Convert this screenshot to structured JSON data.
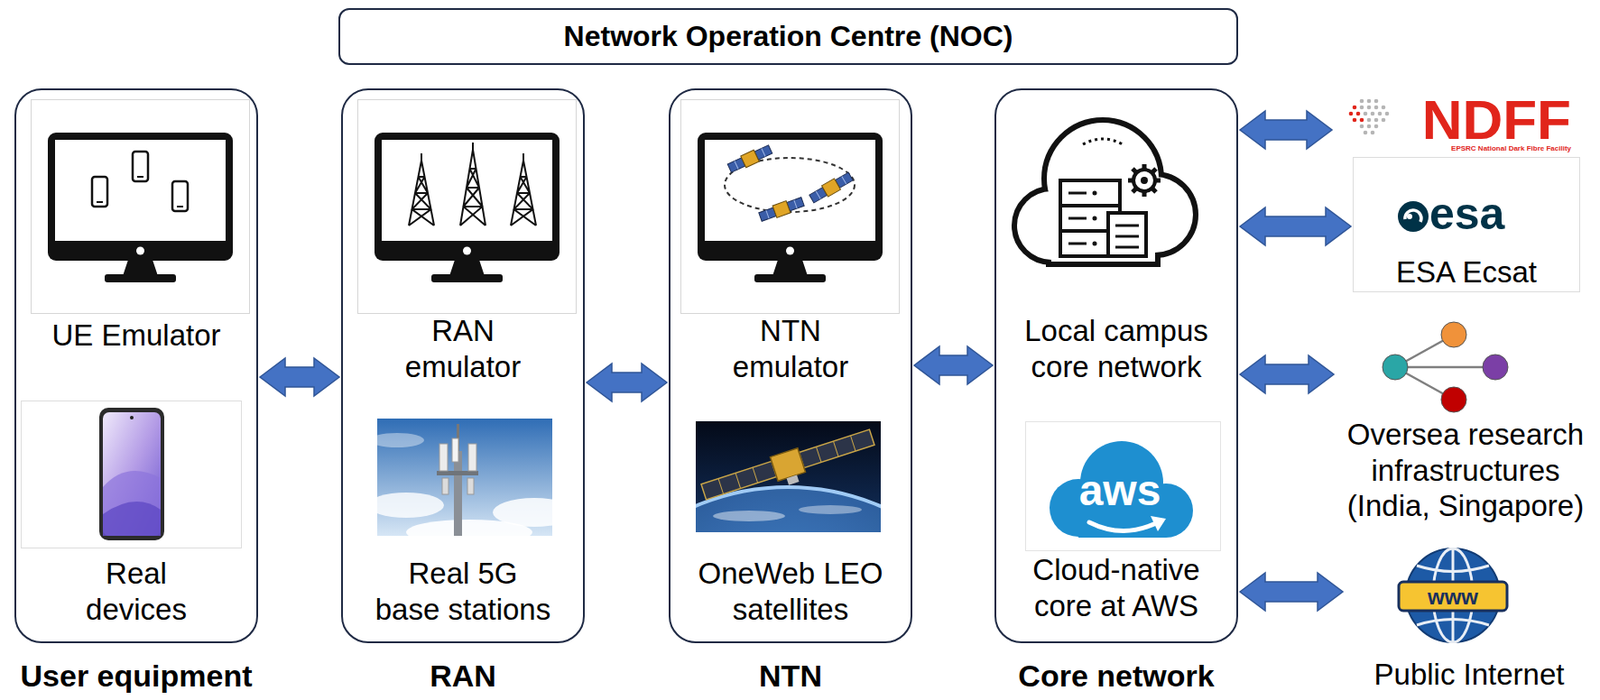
{
  "diagram": {
    "nodes": [
      {
        "text": [
          "Network Operation Centre (NOC)"
        ]
      },
      {
        "text": [
          "User equipment"
        ]
      },
      {
        "text": [
          "UE Emulator"
        ],
        "in": 1
      },
      {
        "text": [
          "Real devices"
        ],
        "in": 1
      },
      {
        "text": [
          "RAN"
        ]
      },
      {
        "text": [
          "RAN emulator"
        ],
        "in": 4
      },
      {
        "text": [
          "Real 5G base stations"
        ],
        "in": 4
      },
      {
        "text": [
          "NTN"
        ]
      },
      {
        "text": [
          "NTN emulator"
        ],
        "in": 7
      },
      {
        "text": [
          "OneWeb LEO satellites"
        ],
        "in": 7
      },
      {
        "text": [
          "Core network"
        ]
      },
      {
        "text": [
          "Local campus core network"
        ],
        "in": 10
      },
      {
        "text": [
          "Cloud-native core at AWS"
        ],
        "in": 10
      },
      {
        "text": [
          "NDFF",
          "EPSRC National Dark Fibre Facility"
        ]
      },
      {
        "text": [
          "esa",
          "ESA Ecsat"
        ]
      },
      {
        "text": [
          "Oversea research infrastructures (India, Singapore)"
        ]
      },
      {
        "text": [
          "Public Internet"
        ]
      }
    ],
    "edges": [
      {
        "from": 1,
        "to": 4,
        "arrow": "both"
      },
      {
        "from": 4,
        "to": 7,
        "arrow": "both"
      },
      {
        "from": 7,
        "to": 10,
        "arrow": "both"
      },
      {
        "from": 10,
        "to": 13,
        "arrow": "both"
      },
      {
        "from": 10,
        "to": 14,
        "arrow": "both"
      },
      {
        "from": 10,
        "to": 15,
        "arrow": "both"
      },
      {
        "from": 10,
        "to": 16,
        "arrow": "both"
      }
    ],
    "labels": [
      "aws",
      "www"
    ]
  }
}
